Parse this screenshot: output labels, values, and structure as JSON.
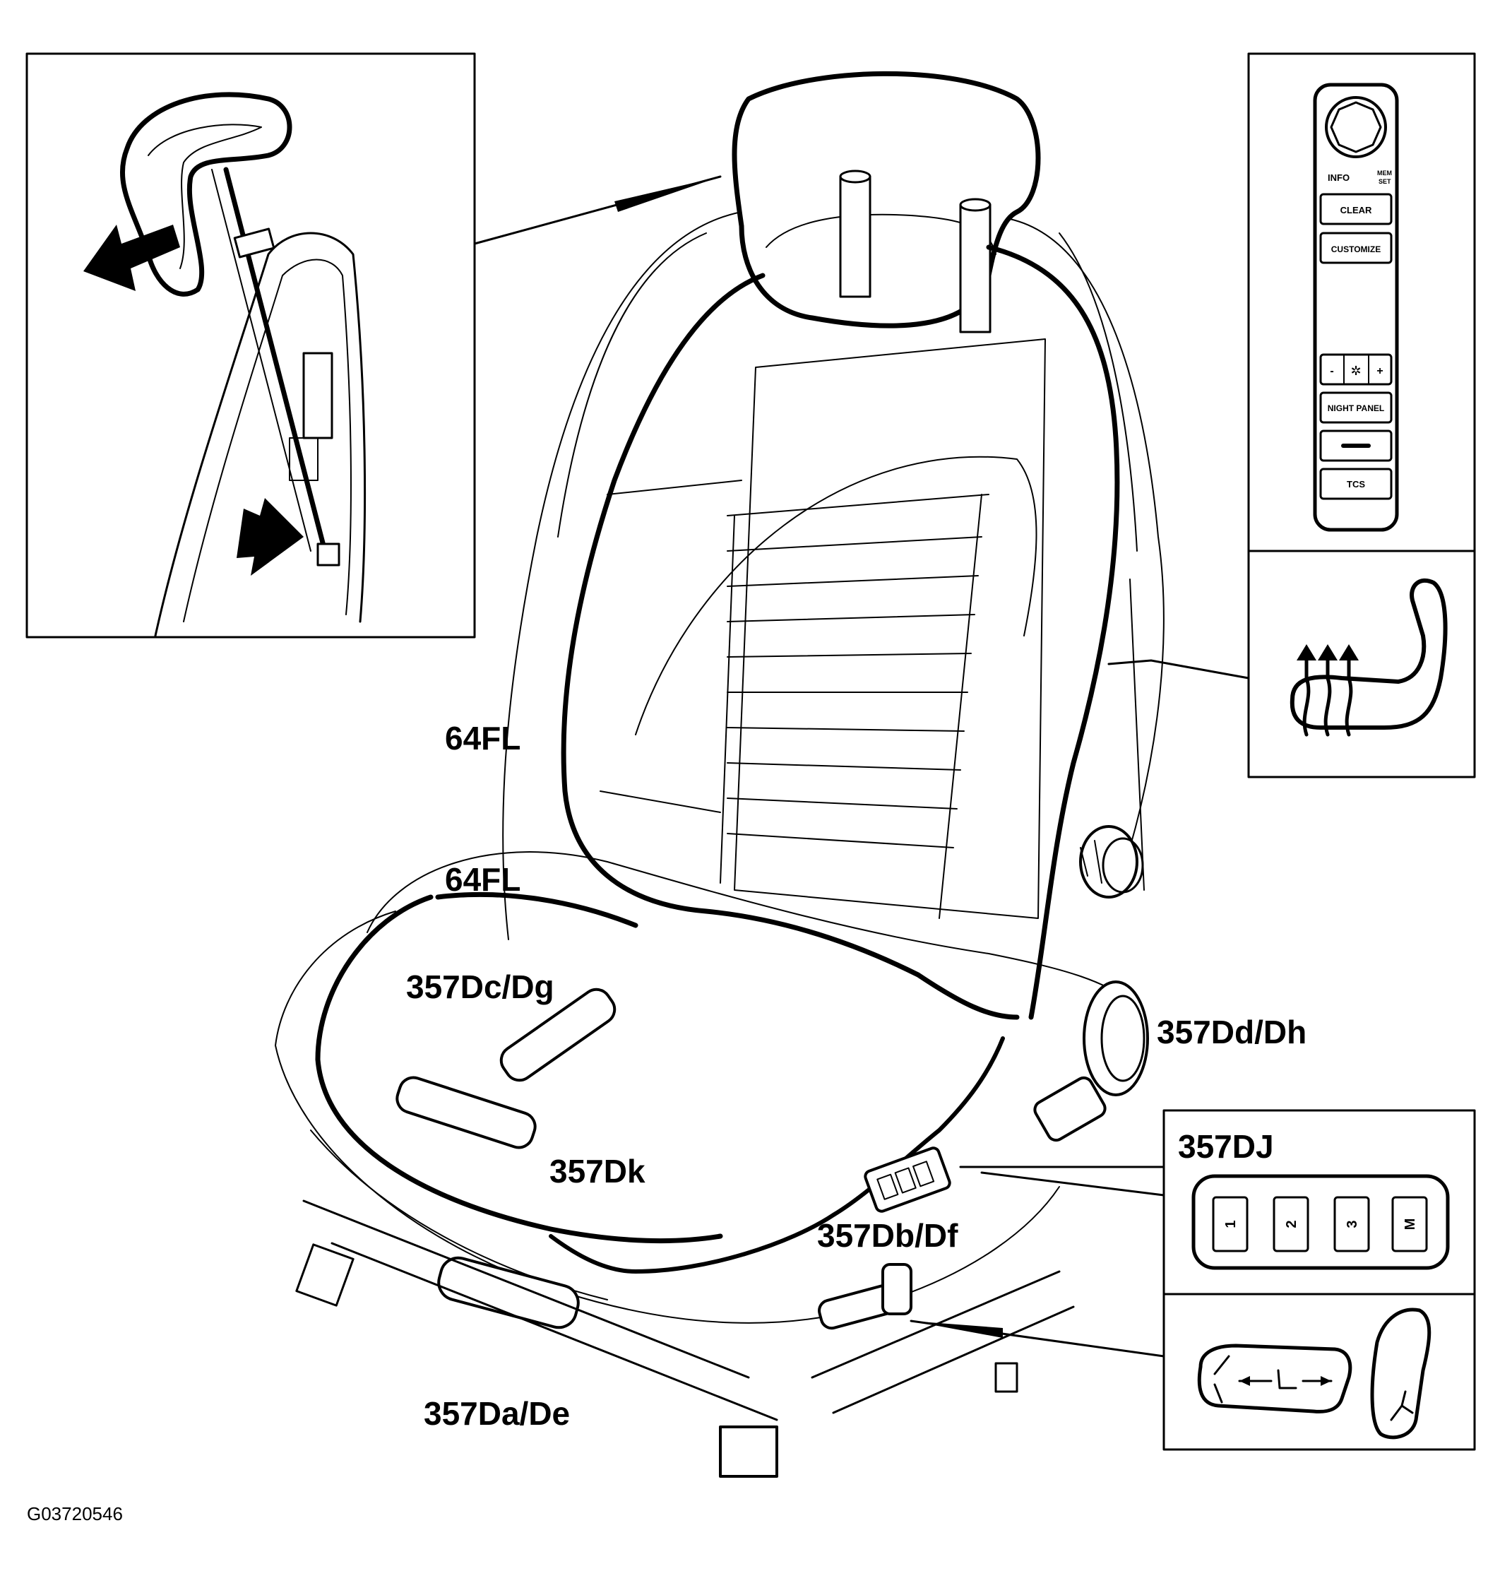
{
  "labels": {
    "c64fl_upper": "64FL",
    "c64fl_lower": "64FL",
    "c357dc_dg": "357Dc/Dg",
    "c357dd_dh": "357Dd/Dh",
    "c357dj": "357DJ",
    "c357dk": "357Dk",
    "c357db_df": "357Db/Df",
    "c357da_de": "357Da/De"
  },
  "figure_id": "G03720546",
  "control_panel": {
    "info": "INFO",
    "mem_set_1": "MEM",
    "mem_set_2": "SET",
    "clear": "CLEAR",
    "customize": "CUSTOMIZE",
    "minus": "-",
    "plus": "+",
    "night_panel": "NIGHT PANEL",
    "dash": "—",
    "tcs": "TCS"
  },
  "memory_buttons": [
    "1",
    "2",
    "3",
    "M"
  ],
  "icons": {
    "headrest_arrows": "direction-arrow-icon",
    "seat_heater": "seat-heater-icon",
    "seat_switches": "seat-adjust-switch-icon"
  }
}
